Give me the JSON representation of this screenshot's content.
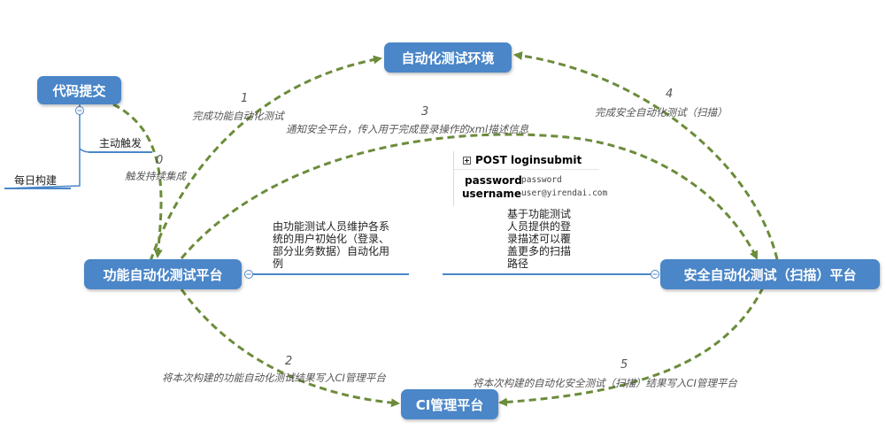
{
  "nodes": {
    "env": "自动化测试环境",
    "commit": "代码提交",
    "func": "功能自动化测试平台",
    "sec": "安全自动化测试（扫描）平台",
    "ci": "CI管理平台"
  },
  "triggers": {
    "manual": "主动触发",
    "daily": "每日构建"
  },
  "edges": [
    {
      "num": "0",
      "label": "触发持续集成"
    },
    {
      "num": "1",
      "label": "完成功能自动化测试"
    },
    {
      "num": "2",
      "label": "将本次构建的功能自动化测试结果写入CI管理平台"
    },
    {
      "num": "3",
      "label": "通知安全平台，传入用于完成登录操作的xml描述信息"
    },
    {
      "num": "4",
      "label": "完成安全自动化测试（扫描）"
    },
    {
      "num": "5",
      "label": "将本次构建的自动化安全测试（扫描）结果写入CI管理平台"
    }
  ],
  "desc_func": [
    "由功能测试人员维护各系",
    "统的用户初始化（登录、",
    "部分业务数据）自动化用",
    "例"
  ],
  "desc_sec": [
    "基于功能测试",
    "人员提供的登",
    "录描述可以覆",
    "盖更多的扫描",
    "路径"
  ],
  "request": {
    "expand": "+",
    "title": "POST loginsubmit",
    "params": [
      {
        "key": "password",
        "value": "password"
      },
      {
        "key": "username",
        "value": "user@yirendai.com"
      }
    ]
  },
  "colors": {
    "node": "#4a86c8",
    "arrow": "#6b8c3a",
    "line": "#4a86c8"
  }
}
